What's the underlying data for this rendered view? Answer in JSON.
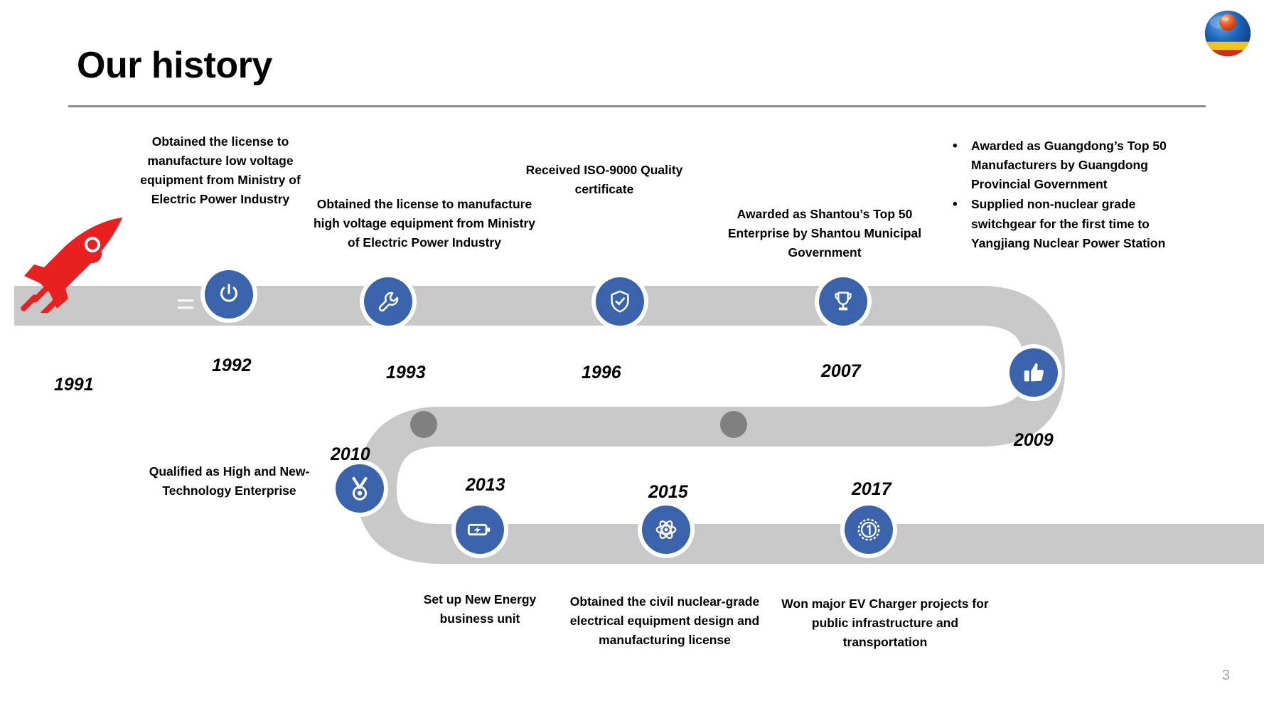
{
  "slide": {
    "title": "Our history",
    "page_number": "3",
    "accent_color": "#3a63ab",
    "road_color": "#c8c8c8",
    "rocket_color": "#e8201f",
    "logo_name": "company-globe-logo"
  },
  "milestones": [
    {
      "year": "1991",
      "icon": "rocket-icon",
      "text": ""
    },
    {
      "year": "1992",
      "icon": "power-button-icon",
      "text": "Obtained the license to manufacture low voltage equipment from Ministry of Electric Power Industry"
    },
    {
      "year": "1993",
      "icon": "wrench-icon",
      "text": "Obtained the license to manufacture high voltage equipment from Ministry of Electric Power Industry"
    },
    {
      "year": "1996",
      "icon": "shield-check-icon",
      "text": "Received ISO-9000 Quality certificate"
    },
    {
      "year": "2007",
      "icon": "trophy-icon",
      "text": "Awarded as Shantou’s Top 50 Enterprise by Shantou Municipal Government"
    },
    {
      "year": "2009",
      "icon": "thumbs-up-icon",
      "bullets": [
        "Awarded as Guangdong’s Top 50 Manufacturers by Guangdong Provincial Government",
        "Supplied non-nuclear grade switchgear for the first time to Yangjiang Nuclear Power Station"
      ]
    },
    {
      "year": "2010",
      "icon": "medal-icon",
      "text": "Qualified as High and New-Technology Enterprise"
    },
    {
      "year": "2013",
      "icon": "battery-charging-icon",
      "text": "Set up New Energy business unit"
    },
    {
      "year": "2015",
      "icon": "atom-icon",
      "text": "Obtained the civil nuclear-grade electrical equipment design and manufacturing license"
    },
    {
      "year": "2017",
      "icon": "award-badge-icon",
      "text": "Won major EV Charger projects for public infrastructure and transportation"
    }
  ]
}
